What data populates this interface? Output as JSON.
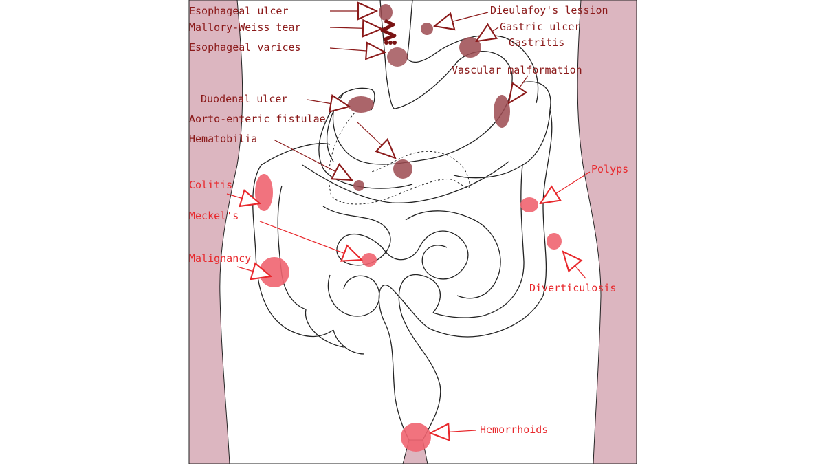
{
  "colors": {
    "upper_gi": "#8b1a1a",
    "lower_gi": "#e8282c",
    "upper_lesion": "#9c4a50",
    "lower_lesion": "#f06470",
    "body_shading": "#dcb6c0",
    "outline": "#222222"
  },
  "labels": {
    "esophageal_ulcer": "Esophageal ulcer",
    "mallory_weiss_tear": "Mallory-Weiss tear",
    "esophageal_varices": "Esophageal varices",
    "dieulafoys_lesion": "Dieulafoy's lession",
    "gastric_ulcer": "Gastric ulcer",
    "gastritis": "Gastritis",
    "vascular_malformation": "Vascular malformation",
    "duodenal_ulcer": "Duodenal ulcer",
    "aorto_enteric_fistulae": "Aorto-enteric fistulae",
    "hematobilia": "Hematobilia",
    "colitis": "Colitis",
    "meckels": "Meckel's",
    "malignancy": "Malignancy",
    "polyps": "Polyps",
    "diverticulosis": "Diverticulosis",
    "hemorrhoids": "Hemorrhoids"
  }
}
